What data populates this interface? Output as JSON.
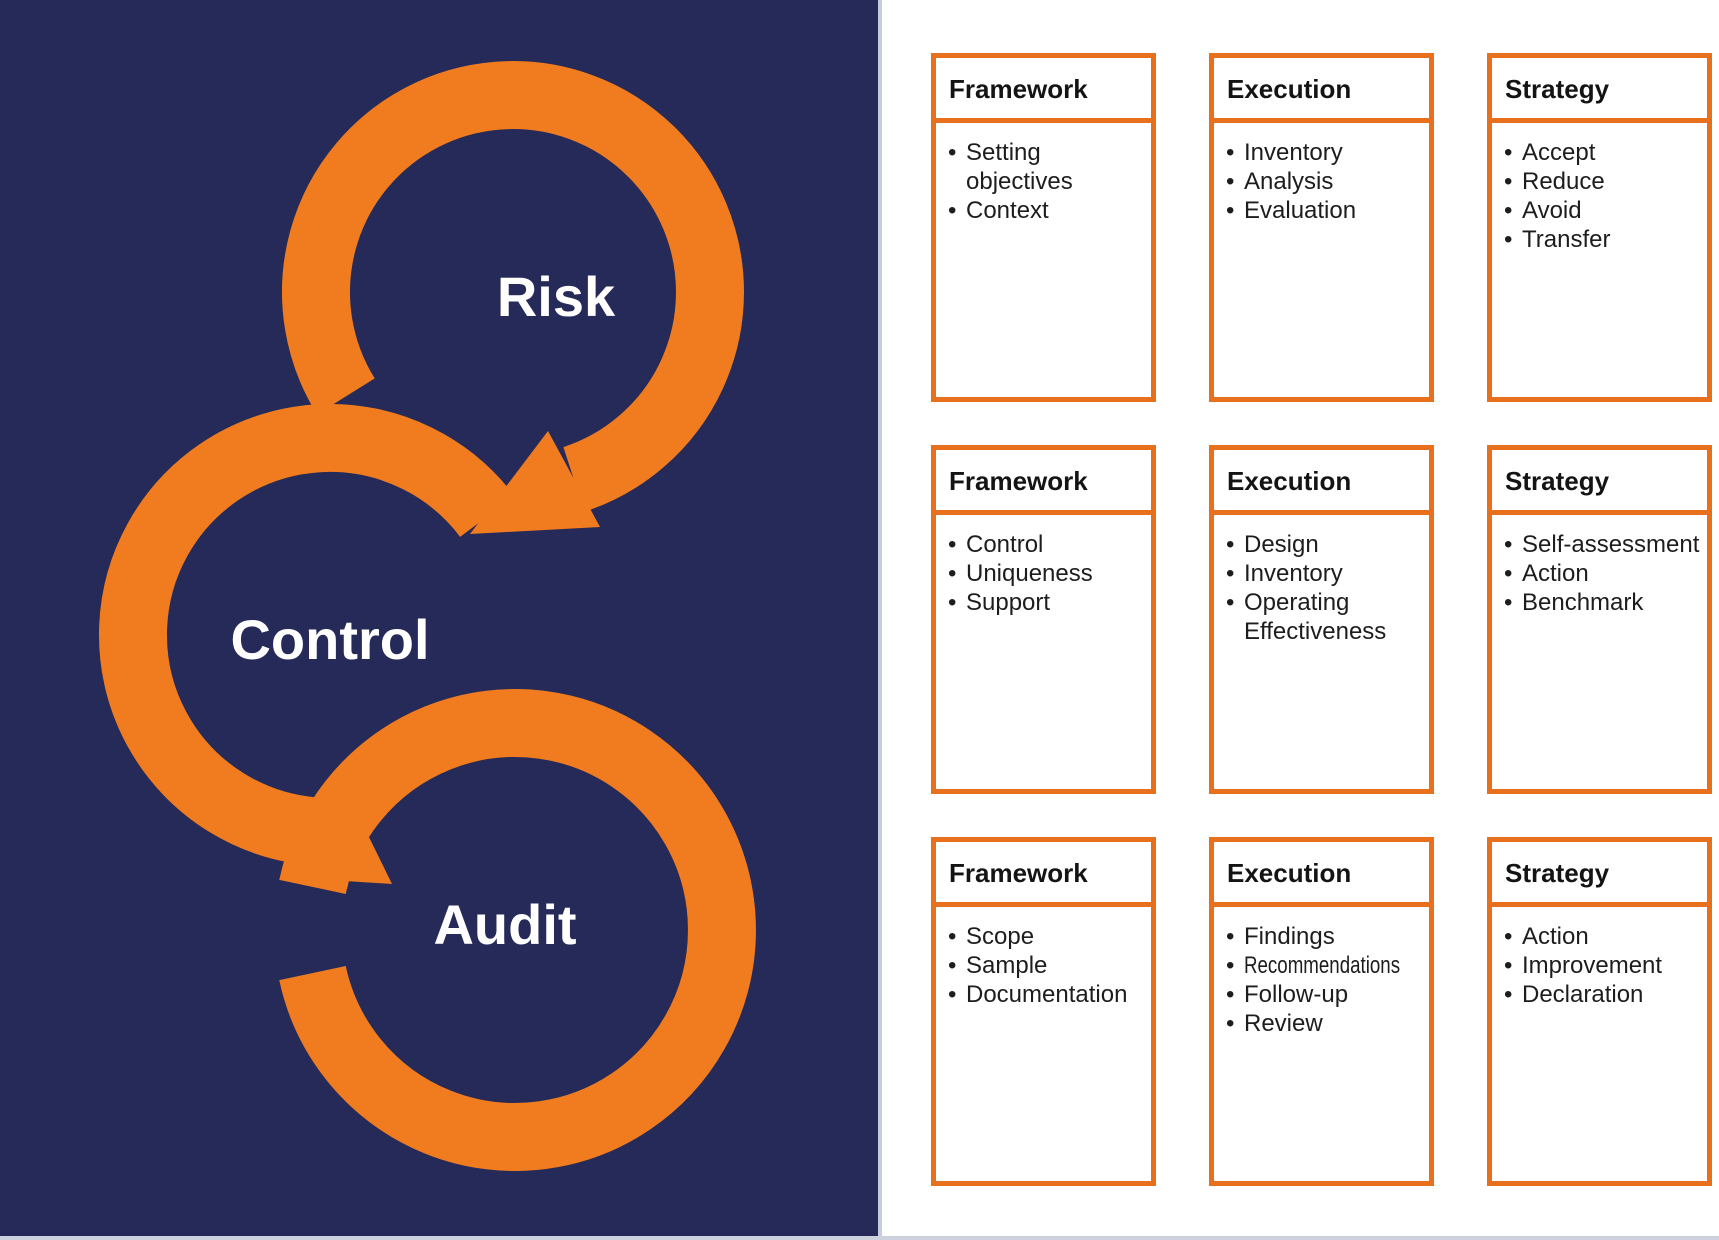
{
  "diagram": {
    "panel_color": "#262a58",
    "ring_color": "#f07c1f",
    "risk_label": "Risk",
    "control_label": "Control",
    "audit_label": "Audit"
  },
  "grid": {
    "box_border_color": "#e8701c",
    "rows": [
      {
        "boxes": [
          {
            "title": "Framework",
            "items": [
              {
                "lines": [
                  "Setting",
                  "objectives"
                ]
              },
              {
                "lines": [
                  "Context"
                ]
              }
            ]
          },
          {
            "title": "Execution",
            "items": [
              {
                "lines": [
                  "Inventory"
                ]
              },
              {
                "lines": [
                  "Analysis"
                ]
              },
              {
                "lines": [
                  "Evaluation"
                ]
              }
            ]
          },
          {
            "title": "Strategy",
            "items": [
              {
                "lines": [
                  "Accept"
                ]
              },
              {
                "lines": [
                  "Reduce"
                ]
              },
              {
                "lines": [
                  "Avoid"
                ]
              },
              {
                "lines": [
                  "Transfer"
                ]
              }
            ]
          }
        ]
      },
      {
        "boxes": [
          {
            "title": "Framework",
            "items": [
              {
                "lines": [
                  "Control"
                ]
              },
              {
                "lines": [
                  "Uniqueness"
                ]
              },
              {
                "lines": [
                  "Support"
                ]
              }
            ]
          },
          {
            "title": "Execution",
            "items": [
              {
                "lines": [
                  "Design"
                ]
              },
              {
                "lines": [
                  "Inventory"
                ]
              },
              {
                "lines": [
                  "Operating",
                  "Effectiveness"
                ]
              }
            ]
          },
          {
            "title": "Strategy",
            "items": [
              {
                "lines": [
                  "Self-assessment"
                ]
              },
              {
                "lines": [
                  "Action"
                ]
              },
              {
                "lines": [
                  "Benchmark"
                ]
              }
            ]
          }
        ]
      },
      {
        "boxes": [
          {
            "title": "Framework",
            "items": [
              {
                "lines": [
                  "Scope"
                ]
              },
              {
                "lines": [
                  "Sample"
                ]
              },
              {
                "lines": [
                  "Documentation"
                ]
              }
            ]
          },
          {
            "title": "Execution",
            "items": [
              {
                "lines": [
                  "Findings"
                ]
              },
              {
                "lines": [
                  "Recommendations"
                ],
                "compress": true
              },
              {
                "lines": [
                  "Follow-up"
                ]
              },
              {
                "lines": [
                  "Review"
                ]
              }
            ]
          },
          {
            "title": "Strategy",
            "items": [
              {
                "lines": [
                  "Action"
                ]
              },
              {
                "lines": [
                  "Improvement"
                ]
              },
              {
                "lines": [
                  "Declaration"
                ]
              }
            ]
          }
        ]
      }
    ]
  }
}
